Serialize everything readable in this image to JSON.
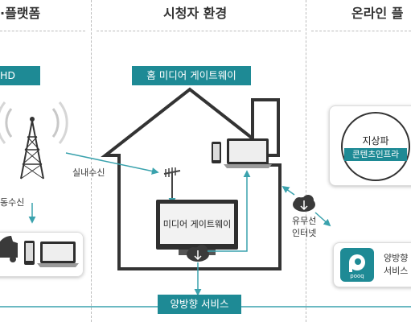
{
  "headers": {
    "left": "·플랫폼",
    "center": "시청자 환경",
    "right": "온라인 플"
  },
  "tags": {
    "left_hd": "HD",
    "home_gateway": "홈 미디어 게이트웨이",
    "two_way_service": "양방향 서비스"
  },
  "labels": {
    "indoor_reception": "실내수신",
    "mobile_reception": "동수신",
    "media_gateway": "미디어 게이트웨이",
    "wired_internet_line1": "유무선",
    "wired_internet_line2": "인터넷"
  },
  "terrestrial_card": {
    "title": "지상파",
    "subtitle": "콘텐츠인프라"
  },
  "pooq_card": {
    "logo_text": "pooq",
    "service_line1": "양방향",
    "service_line2": "서비스"
  },
  "colors": {
    "teal": "#1e8a95",
    "arrow": "#3aa2ad",
    "house": "#333333"
  }
}
